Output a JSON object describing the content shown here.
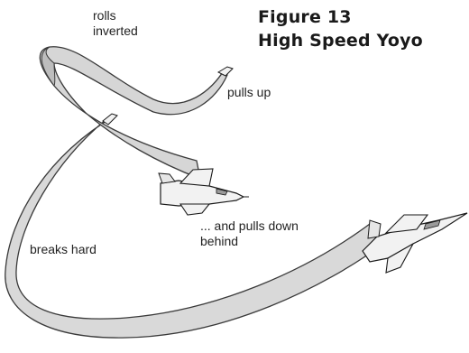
{
  "figure": {
    "number": "Figure 13",
    "title": "High Speed Yoyo"
  },
  "labels": {
    "rolls_line1": "rolls",
    "rolls_line2": "inverted",
    "pulls_up": "pulls up",
    "pulls_down_line1": "... and pulls down",
    "pulls_down_line2": "behind",
    "breaks_hard": "breaks hard"
  },
  "colors": {
    "ribbon_fill": "#d9d9d9",
    "ribbon_stroke": "#3a3a3a",
    "aircraft_fill": "#f2f2f2",
    "ink": "#1a1a1a"
  }
}
